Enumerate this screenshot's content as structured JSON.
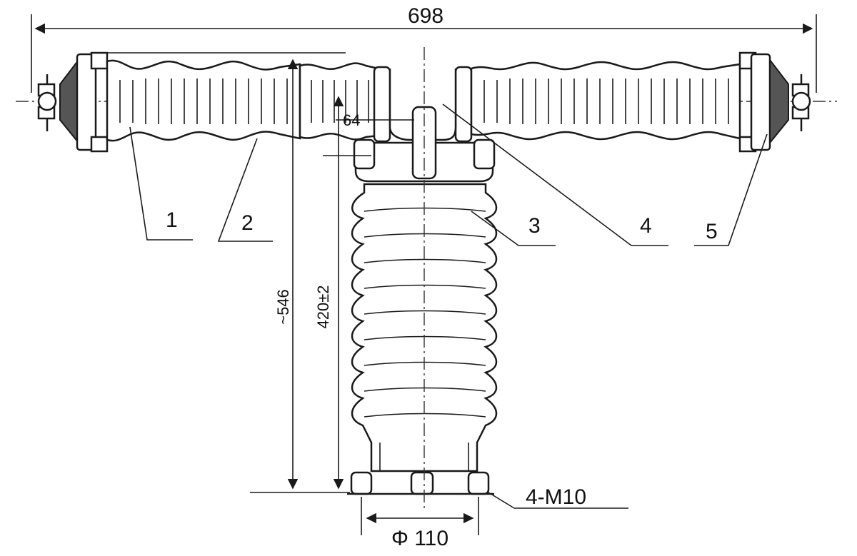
{
  "dimensions": {
    "overall_width": "698",
    "overall_height": "~546",
    "column_height": "420±2",
    "offset": "64",
    "base_diameter": "Φ 110",
    "bolts": "4-M10"
  },
  "labels": [
    "1",
    "2",
    "3",
    "4",
    "5"
  ]
}
